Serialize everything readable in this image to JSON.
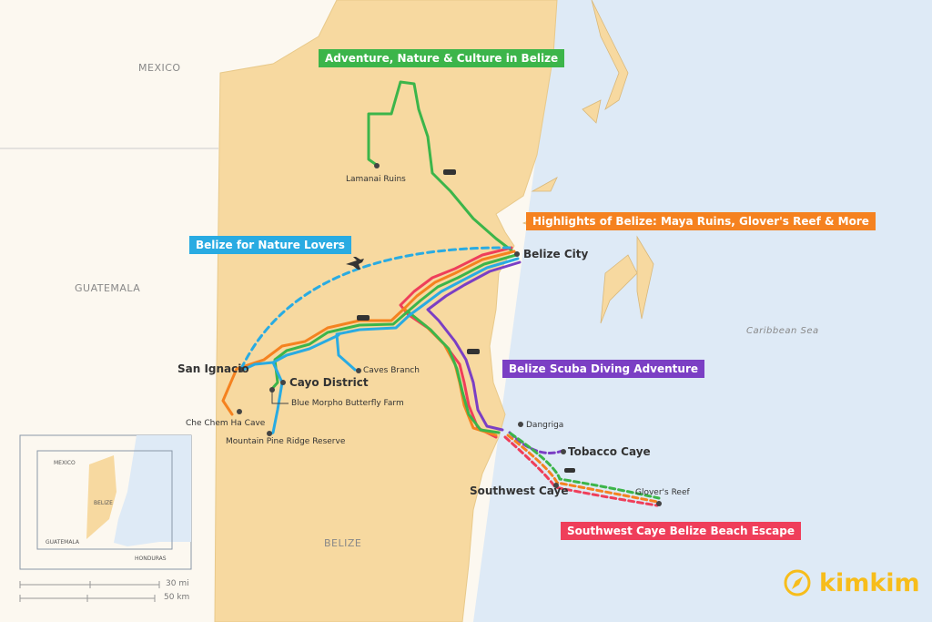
{
  "colors": {
    "land": "#f7d9a0",
    "sea": "#deeaf6",
    "other": "#fcf8f0",
    "green": "#3cb54a",
    "orange": "#f58220",
    "blue": "#29abe2",
    "purple": "#7b3fc4",
    "red": "#ef3e5a",
    "brand": "#f7bd1b"
  },
  "countries": {
    "mexico": "MEXICO",
    "guatemala": "GUATEMALA",
    "belize": "BELIZE",
    "sea": "Caribbean Sea"
  },
  "itineraries": [
    {
      "name": "Adventure, Nature & Culture in Belize",
      "color": "#3cb54a"
    },
    {
      "name": "Highlights of Belize: Maya Ruins, Glover's Reef & More",
      "color": "#f58220"
    },
    {
      "name": "Belize for Nature Lovers",
      "color": "#29abe2"
    },
    {
      "name": "Belize Scuba Diving Adventure",
      "color": "#7b3fc4"
    },
    {
      "name": "Southwest Caye Belize Beach Escape",
      "color": "#ef3e5a"
    }
  ],
  "places": {
    "belize_city": "Belize City",
    "san_ignacio": "San Ignacio",
    "cayo": "Cayo District",
    "tobacco": "Tobacco Caye",
    "southwest": "Southwest Caye",
    "lamanai": "Lamanai Ruins",
    "caves": "Caves Branch",
    "butterfly": "Blue Morpho Butterfly Farm",
    "chechem": "Che Chem Ha Cave",
    "pine": "Mountain Pine Ridge Reserve",
    "dangriga": "Dangriga",
    "glovers": "Glover's Reef"
  },
  "inset": {
    "mexico": "MEXICO",
    "belize": "BELIZE",
    "guatemala": "GUATEMALA",
    "honduras": "HONDURAS"
  },
  "scale": {
    "mi": "30 mi",
    "km": "50 km"
  },
  "brand": {
    "name": "kimkim",
    "icon": "compass-icon"
  }
}
